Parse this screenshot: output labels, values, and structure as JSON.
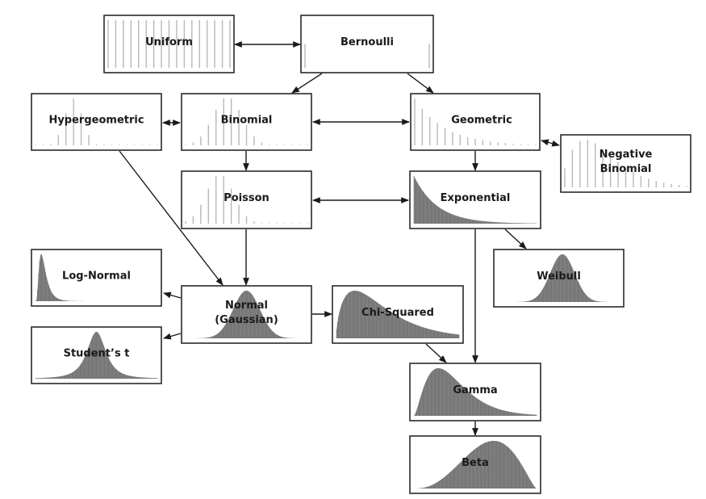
{
  "diagram": {
    "title": "Relationships among probability distributions",
    "nodes": [
      {
        "id": "uniform",
        "label": [
          "Uniform"
        ],
        "kind": "discrete",
        "shape": "uniform"
      },
      {
        "id": "bernoulli",
        "label": [
          "Bernoulli"
        ],
        "kind": "discrete",
        "shape": "bernoulli"
      },
      {
        "id": "hypergeometric",
        "label": [
          "Hypergeometric"
        ],
        "kind": "discrete",
        "shape": "hypergeometric"
      },
      {
        "id": "binomial",
        "label": [
          "Binomial"
        ],
        "kind": "discrete",
        "shape": "binomial"
      },
      {
        "id": "geometric",
        "label": [
          "Geometric"
        ],
        "kind": "discrete",
        "shape": "geometric"
      },
      {
        "id": "negative-binomial",
        "label": [
          "Negative",
          "Binomial"
        ],
        "kind": "discrete",
        "shape": "negbinomial"
      },
      {
        "id": "poisson",
        "label": [
          "Poisson"
        ],
        "kind": "discrete",
        "shape": "poisson"
      },
      {
        "id": "exponential",
        "label": [
          "Exponential"
        ],
        "kind": "continuous",
        "shape": "exponential"
      },
      {
        "id": "log-normal",
        "label": [
          "Log-Normal"
        ],
        "kind": "continuous",
        "shape": "lognormal"
      },
      {
        "id": "normal",
        "label": [
          "Normal",
          "(Gaussian)"
        ],
        "kind": "continuous",
        "shape": "normal"
      },
      {
        "id": "chi-squared",
        "label": [
          "Chi-Squared"
        ],
        "kind": "continuous",
        "shape": "chisquared"
      },
      {
        "id": "weibull",
        "label": [
          "Weibull"
        ],
        "kind": "continuous",
        "shape": "weibull"
      },
      {
        "id": "students-t",
        "label": [
          "Student’s t"
        ],
        "kind": "continuous",
        "shape": "studentt"
      },
      {
        "id": "gamma",
        "label": [
          "Gamma"
        ],
        "kind": "continuous",
        "shape": "gamma"
      },
      {
        "id": "beta",
        "label": [
          "Beta"
        ],
        "kind": "continuous",
        "shape": "beta"
      }
    ],
    "edges": [
      {
        "from": "uniform",
        "to": "bernoulli",
        "direction": "both"
      },
      {
        "from": "bernoulli",
        "to": "binomial",
        "direction": "forward"
      },
      {
        "from": "bernoulli",
        "to": "geometric",
        "direction": "forward"
      },
      {
        "from": "hypergeometric",
        "to": "binomial",
        "direction": "both"
      },
      {
        "from": "binomial",
        "to": "geometric",
        "direction": "both"
      },
      {
        "from": "geometric",
        "to": "negative-binomial",
        "direction": "both"
      },
      {
        "from": "binomial",
        "to": "poisson",
        "direction": "forward"
      },
      {
        "from": "geometric",
        "to": "exponential",
        "direction": "forward"
      },
      {
        "from": "poisson",
        "to": "exponential",
        "direction": "both"
      },
      {
        "from": "hypergeometric",
        "to": "normal",
        "direction": "forward"
      },
      {
        "from": "poisson",
        "to": "normal",
        "direction": "forward"
      },
      {
        "from": "exponential",
        "to": "weibull",
        "direction": "forward"
      },
      {
        "from": "exponential",
        "to": "gamma",
        "direction": "forward"
      },
      {
        "from": "normal",
        "to": "log-normal",
        "direction": "forward"
      },
      {
        "from": "normal",
        "to": "students-t",
        "direction": "forward"
      },
      {
        "from": "normal",
        "to": "chi-squared",
        "direction": "forward"
      },
      {
        "from": "chi-squared",
        "to": "gamma",
        "direction": "forward"
      },
      {
        "from": "gamma",
        "to": "beta",
        "direction": "forward"
      }
    ]
  }
}
